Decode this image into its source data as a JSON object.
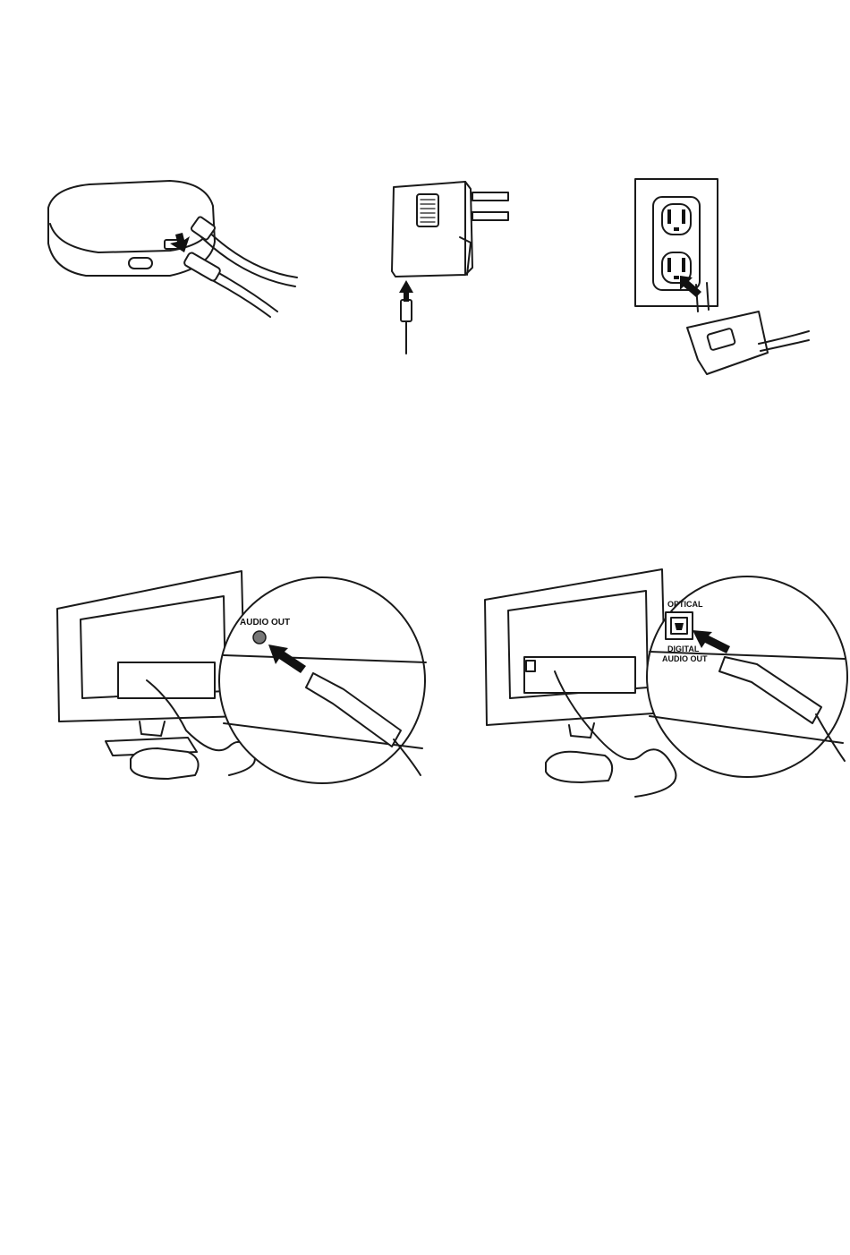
{
  "illustrations": {
    "device_with_cable": {},
    "power_adapter": {},
    "wall_outlet": {},
    "tv_analog": {
      "callout_label": "AUDIO OUT"
    },
    "tv_optical": {
      "callout_label_top": "OPTICAL",
      "callout_label_bottom_1": "DIGITAL",
      "callout_label_bottom_2": "AUDIO OUT"
    }
  },
  "icons": [
    "arrow-icon"
  ]
}
